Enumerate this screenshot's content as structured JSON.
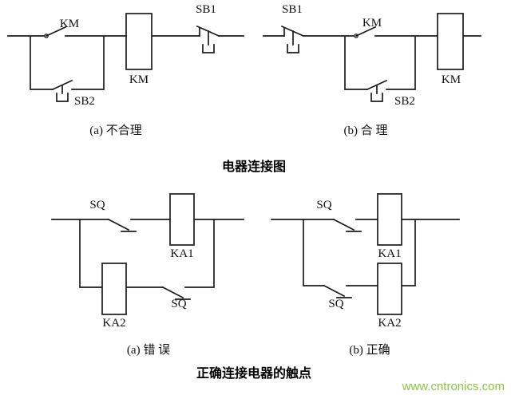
{
  "page": {
    "background": "#ffffff"
  },
  "top_section": {
    "caption": "电器连接图",
    "left": {
      "caption": "(a) 不合理",
      "labels": {
        "km_contact": "KM",
        "km_coil": "KM",
        "sb1": "SB1",
        "sb2": "SB2"
      }
    },
    "right": {
      "caption": "(b) 合 理",
      "labels": {
        "sb1": "SB1",
        "km_contact": "KM",
        "km_coil": "KM",
        "sb2": "SB2"
      }
    }
  },
  "bottom_section": {
    "caption": "正确连接电器的触点",
    "left": {
      "caption": "(a) 错 误",
      "labels": {
        "sq_top": "SQ",
        "ka1": "KA1",
        "ka2": "KA2",
        "sq_bottom": "SQ"
      }
    },
    "right": {
      "caption": "(b) 正确",
      "labels": {
        "sq_top": "SQ",
        "ka1": "KA1",
        "sq_bottom": "SQ",
        "ka2": "KA2"
      }
    }
  },
  "watermark": {
    "text": "www.cntronics.com",
    "color": "#8cc63f"
  }
}
